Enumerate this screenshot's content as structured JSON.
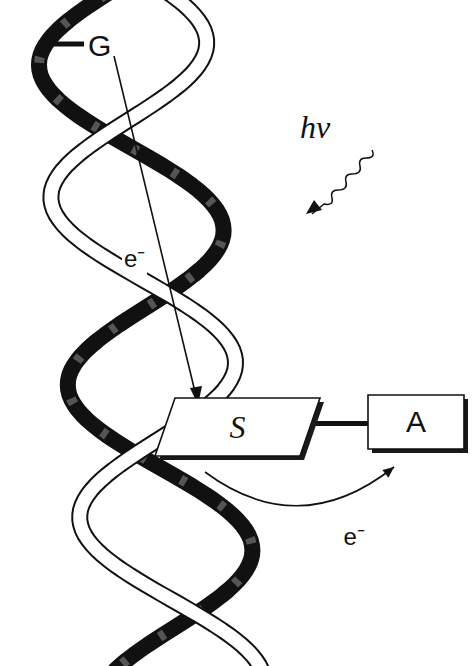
{
  "diagram": {
    "nodes": [
      {
        "text": [
          "S"
        ]
      },
      {
        "text": [
          "A"
        ]
      }
    ],
    "edges": [
      {
        "from": 0,
        "to": 1,
        "arrow": "none"
      },
      {
        "from": 0,
        "to": 1,
        "arrow": "to",
        "label": "e⁻"
      }
    ],
    "labels": [
      "G",
      "e⁻",
      "hν"
    ]
  }
}
